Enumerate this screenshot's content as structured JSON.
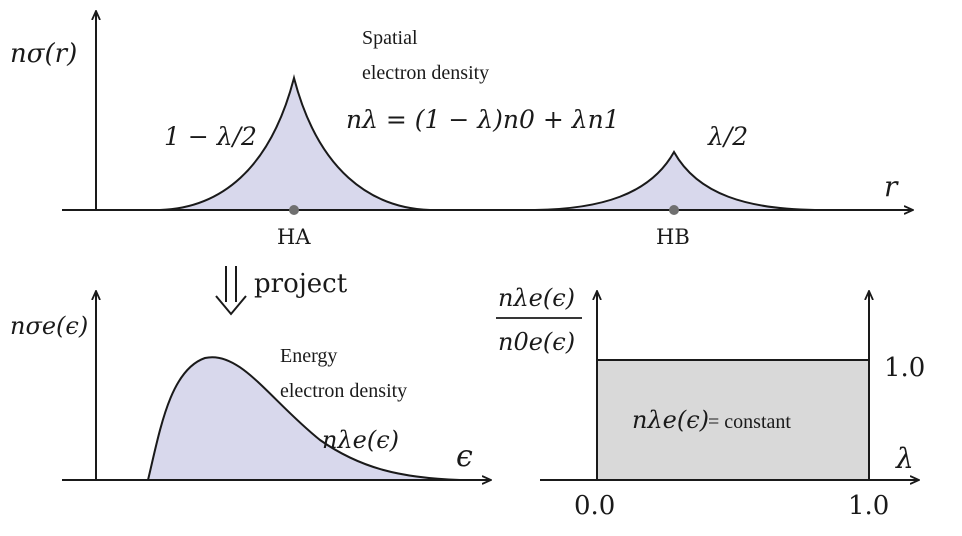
{
  "colors": {
    "fill_density": "#d8d8ec",
    "fill_box": "#d9d9d9",
    "stroke": "#1a1a1a",
    "dot": "#707070"
  },
  "top_panel": {
    "ylabel": "nσ(r)",
    "xlabel": "r",
    "caption_line1": "Spatial",
    "caption_line2": "electron density",
    "equation": "nλ = (1 − λ)n0 + λn1",
    "left_weight": "1 − λ/2",
    "right_weight": "λ/2",
    "site_a": "HA",
    "site_b": "HB"
  },
  "arrow_label": "project",
  "bottom_left": {
    "ylabel": "nσe(ϵ)",
    "xlabel": "ϵ",
    "caption_line1": "Energy",
    "caption_line2": "electron density",
    "curve_label": "nλe(ϵ)"
  },
  "bottom_right": {
    "ylabel_num": "nλe(ϵ)",
    "ylabel_den": "n0e(ϵ)",
    "xlabel": "λ",
    "value_label": "1.0",
    "box_label_math": "nλe(ϵ)",
    "box_label_text": "= constant",
    "x_tick_left": "0.0",
    "x_tick_right": "1.0"
  }
}
